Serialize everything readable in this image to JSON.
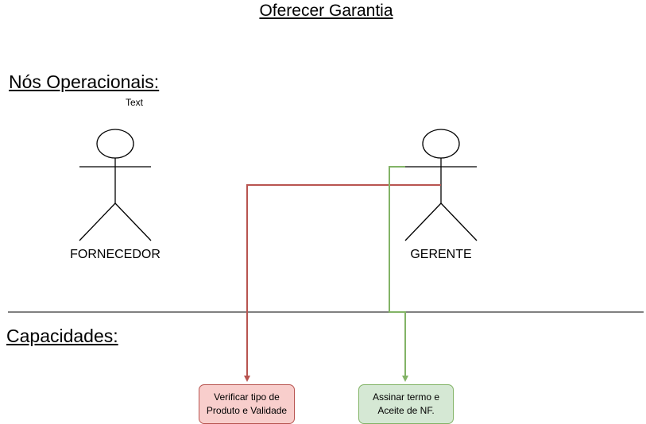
{
  "title": "Oferecer Garantia",
  "sections": {
    "operational_nodes": "Nós Operacionais:",
    "capabilities": "Capacidades:"
  },
  "note": "Text",
  "actors": [
    {
      "label": "FORNECEDOR"
    },
    {
      "label": "GERENTE"
    }
  ],
  "capabilities": [
    {
      "text": "Verificar tipo de\nProduto e Validade",
      "fill": "#f8cecc",
      "stroke": "#b85450"
    },
    {
      "text": "Assinar termo e\nAceite de NF.",
      "fill": "#d5e8d4",
      "stroke": "#82b366"
    }
  ],
  "connectors": [
    {
      "color": "#b85450"
    },
    {
      "color": "#82b366"
    }
  ]
}
